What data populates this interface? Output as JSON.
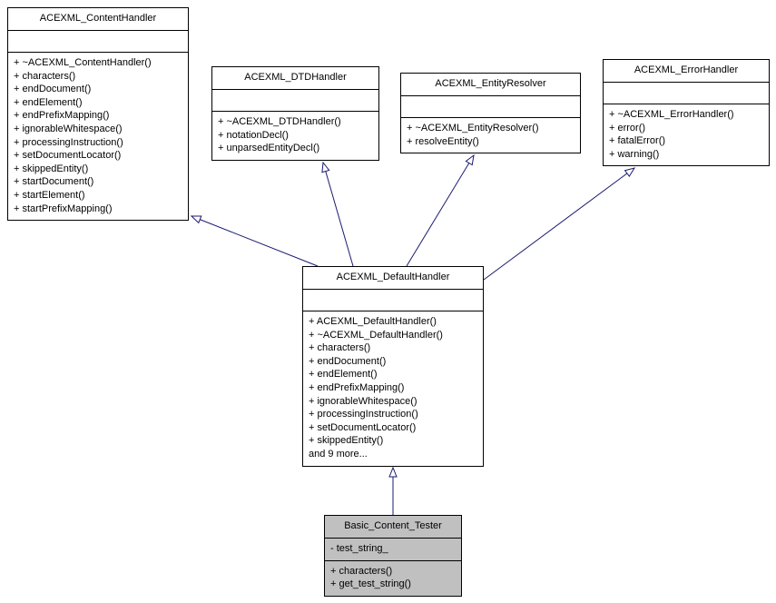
{
  "diagram": {
    "type": "uml-class-inheritance",
    "background_color": "#ffffff",
    "edge_color": "#191970",
    "highlight_fill": "#c0c0c0"
  },
  "classes": {
    "content_handler": {
      "title": "ACEXML_ContentHandler",
      "methods": [
        "+ ~ACEXML_ContentHandler()",
        "+ characters()",
        "+ endDocument()",
        "+ endElement()",
        "+ endPrefixMapping()",
        "+ ignorableWhitespace()",
        "+ processingInstruction()",
        "+ setDocumentLocator()",
        "+ skippedEntity()",
        "+ startDocument()",
        "+ startElement()",
        "+ startPrefixMapping()"
      ]
    },
    "dtd_handler": {
      "title": "ACEXML_DTDHandler",
      "methods": [
        "+ ~ACEXML_DTDHandler()",
        "+ notationDecl()",
        "+ unparsedEntityDecl()"
      ]
    },
    "entity_resolver": {
      "title": "ACEXML_EntityResolver",
      "methods": [
        "+ ~ACEXML_EntityResolver()",
        "+ resolveEntity()"
      ]
    },
    "error_handler": {
      "title": "ACEXML_ErrorHandler",
      "methods": [
        "+ ~ACEXML_ErrorHandler()",
        "+ error()",
        "+ fatalError()",
        "+ warning()"
      ]
    },
    "default_handler": {
      "title": "ACEXML_DefaultHandler",
      "methods": [
        "+ ACEXML_DefaultHandler()",
        "+ ~ACEXML_DefaultHandler()",
        "+ characters()",
        "+ endDocument()",
        "+ endElement()",
        "+ endPrefixMapping()",
        "+ ignorableWhitespace()",
        "+ processingInstruction()",
        "+ setDocumentLocator()",
        "+ skippedEntity()",
        "and 9 more..."
      ]
    },
    "basic_content_tester": {
      "title": "Basic_Content_Tester",
      "attributes": [
        "- test_string_"
      ],
      "methods": [
        "+ characters()",
        "+ get_test_string()"
      ]
    }
  }
}
